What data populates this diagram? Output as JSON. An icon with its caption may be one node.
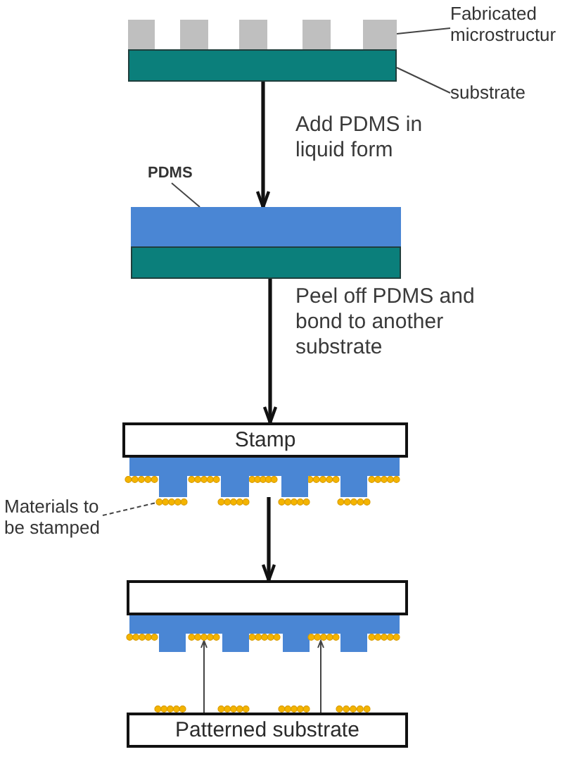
{
  "diagram": {
    "nodes": [
      {
        "text": [
          "Fabricated microstructur"
        ]
      },
      {
        "text": [],
        "shape": "box"
      },
      {
        "text": [
          "substrate"
        ]
      },
      {
        "text": [],
        "shape": "box"
      },
      {
        "text": [
          "PDMS"
        ]
      },
      {
        "text": [],
        "shape": "box"
      },
      {
        "text": [],
        "shape": "box"
      },
      {
        "text": [
          "Stamp"
        ]
      },
      {
        "text": [],
        "shape": "box"
      },
      {
        "text": [
          "Materials to be stamped"
        ]
      },
      {
        "text": [],
        "shape": "dots"
      },
      {
        "text": [],
        "shape": "box"
      },
      {
        "text": [],
        "shape": "box"
      },
      {
        "text": [],
        "shape": "dots",
        "in": 12
      },
      {
        "text": [],
        "shape": "dots",
        "in": 12
      },
      {
        "text": [
          "Patterned substrate"
        ]
      }
    ],
    "edges": [
      {
        "from": 0,
        "to": 1,
        "arrow": "none"
      },
      {
        "from": 2,
        "to": 3,
        "arrow": "none"
      },
      {
        "from": 3,
        "to": 5,
        "arrow": "to",
        "label": "Add PDMS in liquid form",
        "style": "thick"
      },
      {
        "from": 4,
        "to": 5,
        "arrow": "none"
      },
      {
        "from": 6,
        "to": 7,
        "arrow": "to",
        "label": "Peel off PDMS and bond to another substrate",
        "style": "thick"
      },
      {
        "from": 9,
        "to": 10,
        "arrow": "none",
        "style": "dashed"
      },
      {
        "from": 8,
        "to": 11,
        "arrow": "to",
        "style": "thick"
      },
      {
        "from": 15,
        "to": 13,
        "arrow": "to"
      },
      {
        "from": 15,
        "to": 14,
        "arrow": "to"
      }
    ]
  }
}
